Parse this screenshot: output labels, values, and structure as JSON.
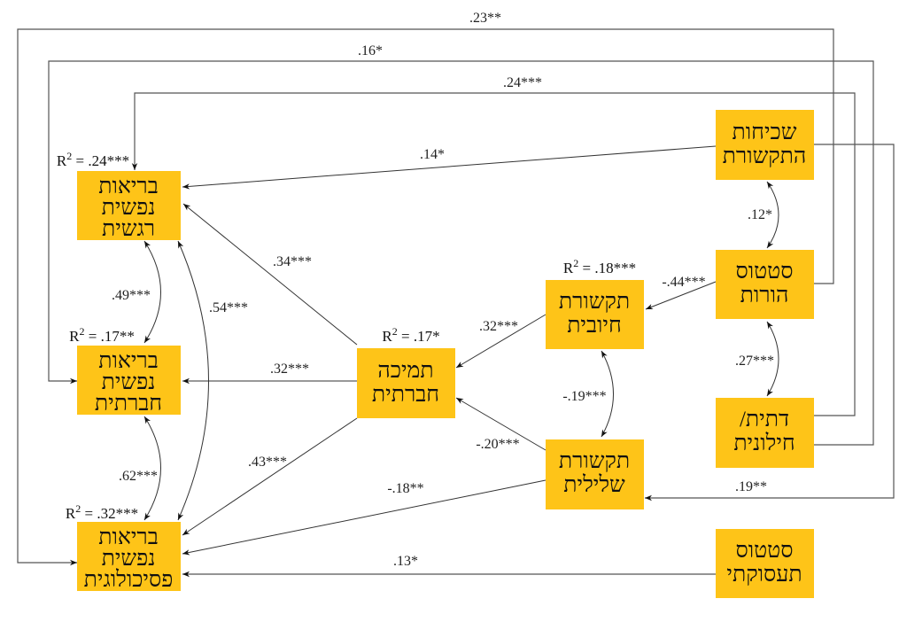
{
  "nodes": {
    "emotional": [
      "בריאות",
      "נפשית",
      "רגשית"
    ],
    "social": [
      "בריאות",
      "נפשית",
      "חברתית"
    ],
    "psychological": [
      "בריאות",
      "נפשית",
      "פסיכולוגית"
    ],
    "support": [
      "תמיכה",
      "חברתית"
    ],
    "positive": [
      "תקשורת",
      "חיובית"
    ],
    "negative": [
      "תקשורת",
      "שלילית"
    ],
    "frequency": [
      "שכיחות",
      "התקשורת"
    ],
    "parental": [
      "סטטוס",
      "הורות"
    ],
    "religious": [
      "דתית/",
      "חילונית"
    ],
    "employment": [
      "סטטוס",
      "תעסוקתי"
    ]
  },
  "r2": {
    "symbol": "R",
    "exp": "2",
    "eq": " = ",
    "emotional": ".24***",
    "social": ".17**",
    "psychological": ".32***",
    "support": ".17*",
    "positive": ".18***"
  },
  "edges": {
    "parental_psych": ".23**",
    "religious_social": ".16*",
    "religious_emotional": ".24***",
    "frequency_negative": ".19**",
    "frequency_emotional": ".14*",
    "frequency_parental": ".12*",
    "parental_religious": ".27***",
    "parental_positive": "-.44***",
    "positive_support": ".32***",
    "positive_negative": "-.19***",
    "negative_support": "-.20***",
    "negative_psych": "-.18**",
    "employment_psych": ".13*",
    "support_emotional": ".34***",
    "support_social": ".32***",
    "support_psych": ".43***",
    "emotional_social": ".49***",
    "social_psych": ".62***",
    "emotional_psych": ".54***"
  }
}
